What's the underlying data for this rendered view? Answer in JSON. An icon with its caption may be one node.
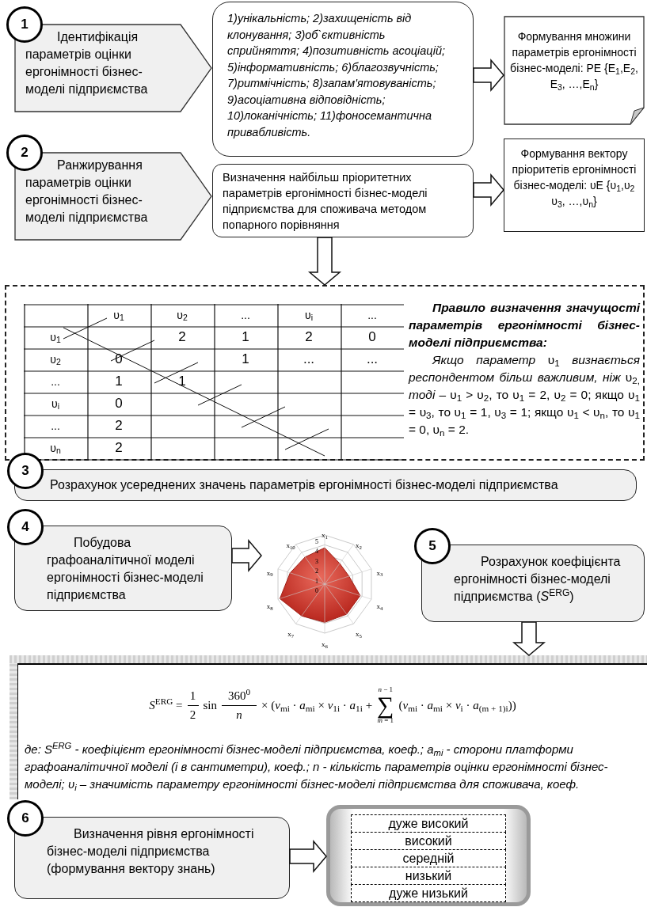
{
  "diagram": {
    "nodes": [
      {
        "text": [
          "1",
          "Ідентифікація параметрів оцінки ергонімності бізнес-моделі підприємства"
        ]
      },
      {
        "text": [
          "1)унікальність; 2)захищеність від клонування; 3)об`єктивність сприйняття; 4)позитивність асоціацій; 5)інформативність; 6)благозвучність; 7)ритмічність; 8)запам'ятовуваність; 9)асоціативна відповідність; 10)локанічність; 11)фоносемантична привабливість."
        ]
      },
      {
        "text": [
          "Формування множини параметрів ергонімності бізнес-моделі: PE {E$_{1}$,E$_{2}$, E$_{3}$, …,E$_{n}$}"
        ]
      },
      {
        "text": [
          "2",
          "Ранжирування параметрів оцінки ергонімності бізнес-моделі підприємства"
        ]
      },
      {
        "text": [
          "Визначення найбільш пріоритетних параметрів ергонімності бізнес-моделі підприємства для споживача методом попарного порівняння"
        ]
      },
      {
        "text": [
          "Формування вектору пріоритетів ергонімності бізнес-моделі: υE {υ$_{1}$,υ$_{2}$ υ$_{3}$, …,υ$_{n}$}"
        ]
      },
      {
        "text": [
          "Правило визначення значущості параметрів ергонімності бізнес-моделі підприємства:",
          "*Якщо параметр* υ$_{1}$ *визнається респондентом більш важливим, ніж* υ$_{2,}$ *тоді* – υ$_{1}$ > υ$_{2}$, то υ$_{1}$ = 2, υ$_{2}$ = 0; якщо υ$_{1}$ = υ$_{3}$, то υ$_{1}$ = 1, υ$_{3}$ = 1; якщо υ$_{1}$ < υ$_{n}$, то υ$_{1}$ = 0, υ$_{n}$ = 2."
        ]
      },
      {
        "text": [
          "3",
          "Розрахунок усереднених значень параметрів ергонімності бізнес-моделі підприємства"
        ]
      },
      {
        "text": [
          "4",
          "Побудова графоаналітичної моделі ергонімності бізнес-моделі підприємства"
        ]
      },
      {
        "text": [],
        "shape": "picture"
      },
      {
        "text": [
          "5",
          "Розрахунок коефіцієнта ергонімності бізнес-моделі підприємства (*S*$^{ERG}$)"
        ]
      },
      {
        "text": [
          "*S*$^{ERG}$ =",
          "1",
          "2",
          "sin",
          "360$^{0}$",
          "*n*",
          "× (*ν*$_{mi}$ · *a*$_{mi}$ × *ν*$_{1i}$ · *a*$_{1i}$ +",
          "*n* − 1",
          "∑",
          "*m* = 1",
          "(*ν*$_{mi}$ · *a*$_{mi}$ × *ν*$_{i}$ · *a*$_{(m + 1)i}$))",
          "де: S$^{ERG}$ - коефіцієнт ергонімності бізнес-моделі підприємства, коеф.; a$_{mi}$ - сторони платформи графоаналітичної моделі (і в сантиметри), коеф.; n - кількість параметрів оцінки ергонімності бізнес-моделі; υ$_{i}$ – значимість параметру ергонімності бізнес-моделі підприємства для споживача, коеф."
        ]
      },
      {
        "text": [
          "6",
          "Визначення рівня ергонімності бізнес-моделі підприємства (формування вектору знань)"
        ]
      },
      {
        "text": [],
        "shape": "box"
      },
      {
        "text": [
          "дуже високий"
        ],
        "in": 13
      },
      {
        "text": [
          "високий"
        ],
        "in": 13
      },
      {
        "text": [
          "середній"
        ],
        "in": 13
      },
      {
        "text": [
          "низький"
        ],
        "in": 13
      },
      {
        "text": [
          "дуже низький"
        ],
        "in": 13
      }
    ],
    "edges": [
      {
        "from": 1,
        "to": 2,
        "arrow": "to"
      },
      {
        "from": 4,
        "to": 5,
        "arrow": "to"
      },
      {
        "from": 4,
        "to": 6,
        "arrow": "to"
      },
      {
        "from": 8,
        "to": 9,
        "arrow": "to"
      },
      {
        "from": 10,
        "to": 11,
        "arrow": "to"
      },
      {
        "from": 12,
        "to": 13,
        "arrow": "to"
      }
    ],
    "labels": [
      "υ$_{1}$",
      "υ$_{2}$",
      "...",
      "υ$_{i}$",
      "...",
      "υ$_{1}$",
      "2",
      "1",
      "2",
      "0",
      "υ$_{2}$",
      "0",
      "1",
      "...",
      "...",
      "...",
      "1",
      "1",
      "υ$_{i}$",
      "0",
      "...",
      "2",
      "υ$_{n}$",
      "2",
      "x$_{1}$",
      "x$_{2}$",
      "x$_{3}$",
      "x$_{4}$",
      "x$_{5}$",
      "x$_{6}$",
      "x$_{7}$",
      "x$_{8}$",
      "x$_{9}$",
      "x$_{10}$",
      "5",
      "4",
      "3",
      "2",
      "1",
      "0"
    ]
  }
}
